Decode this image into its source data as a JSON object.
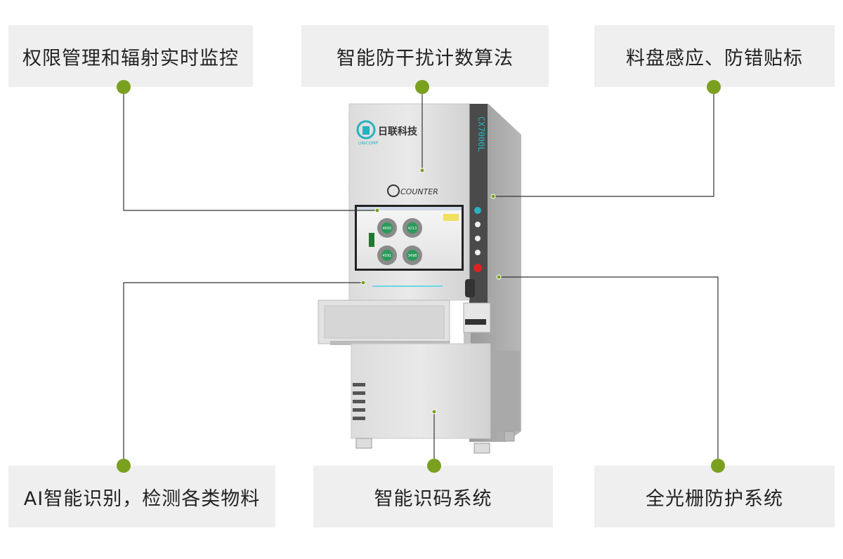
{
  "features": [
    {
      "id": "tl",
      "text": "权限管理和辐射实时监控"
    },
    {
      "id": "tc",
      "text": "智能防干扰计数算法"
    },
    {
      "id": "tr",
      "text": "料盘感应、防错贴标"
    },
    {
      "id": "bl",
      "text": "AI智能识别，检测各类物料"
    },
    {
      "id": "bc",
      "text": "智能识码系统"
    },
    {
      "id": "br",
      "text": "全光栅防护系统"
    }
  ],
  "machine": {
    "brand": "日联科技",
    "brand_en": "UNICOMP",
    "product_logo": "COUNTER",
    "model": "CX7000L",
    "screen_reels": [
      "4650",
      "4213",
      "4591",
      "3498"
    ]
  },
  "colors": {
    "accent_green": "#7aa020",
    "box_bg": "#efefef",
    "line": "#333333",
    "brand_teal": "#2ab0c0"
  }
}
